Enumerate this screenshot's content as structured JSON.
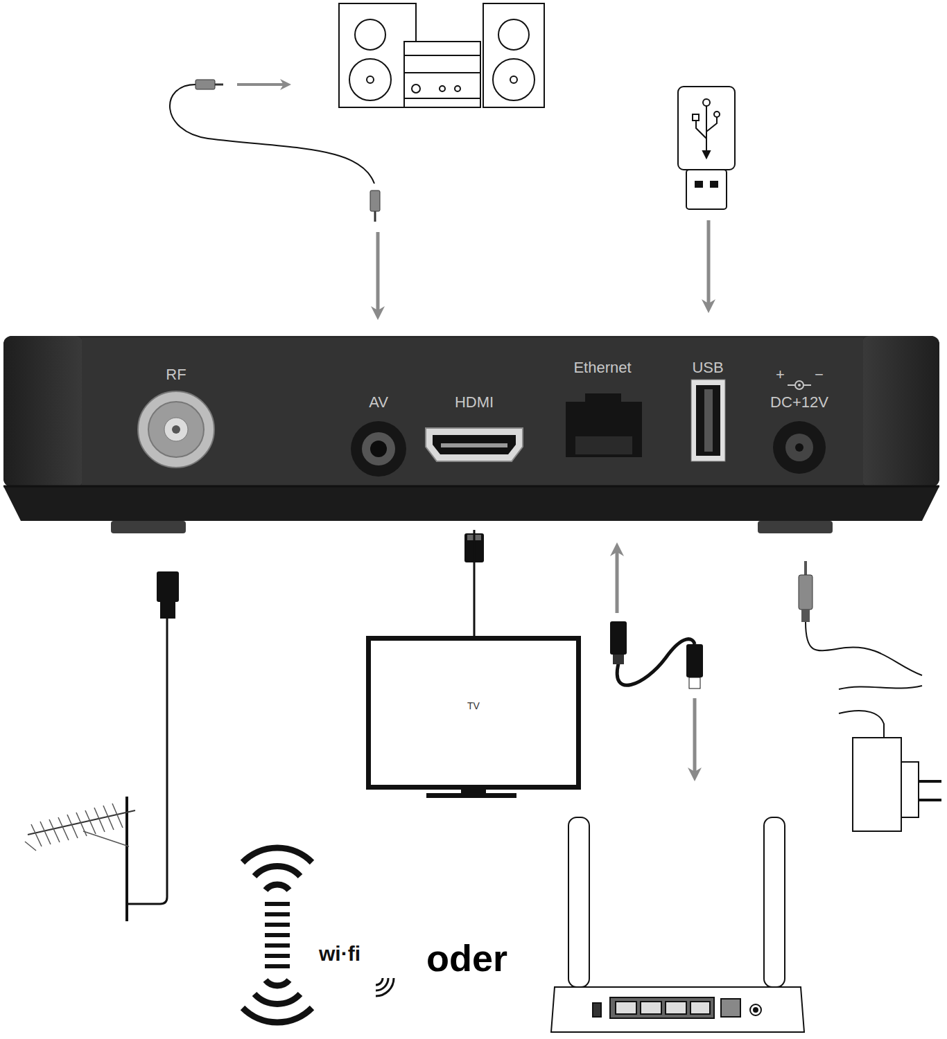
{
  "diagram": {
    "nodes": [
      {
        "text": [
          "RF"
        ]
      },
      {
        "text": [
          "AV"
        ]
      },
      {
        "text": [
          "HDMI"
        ]
      },
      {
        "text": [
          "Ethernet"
        ]
      },
      {
        "text": [
          "USB"
        ]
      },
      {
        "text": [
          "DC+12V"
        ]
      },
      {
        "text": [
          "TV"
        ]
      }
    ],
    "edges": [
      {
        "from": 2,
        "to": 6,
        "arrow": "none"
      }
    ],
    "labels": [
      "+",
      "−",
      "wi·fi",
      "oder"
    ]
  }
}
